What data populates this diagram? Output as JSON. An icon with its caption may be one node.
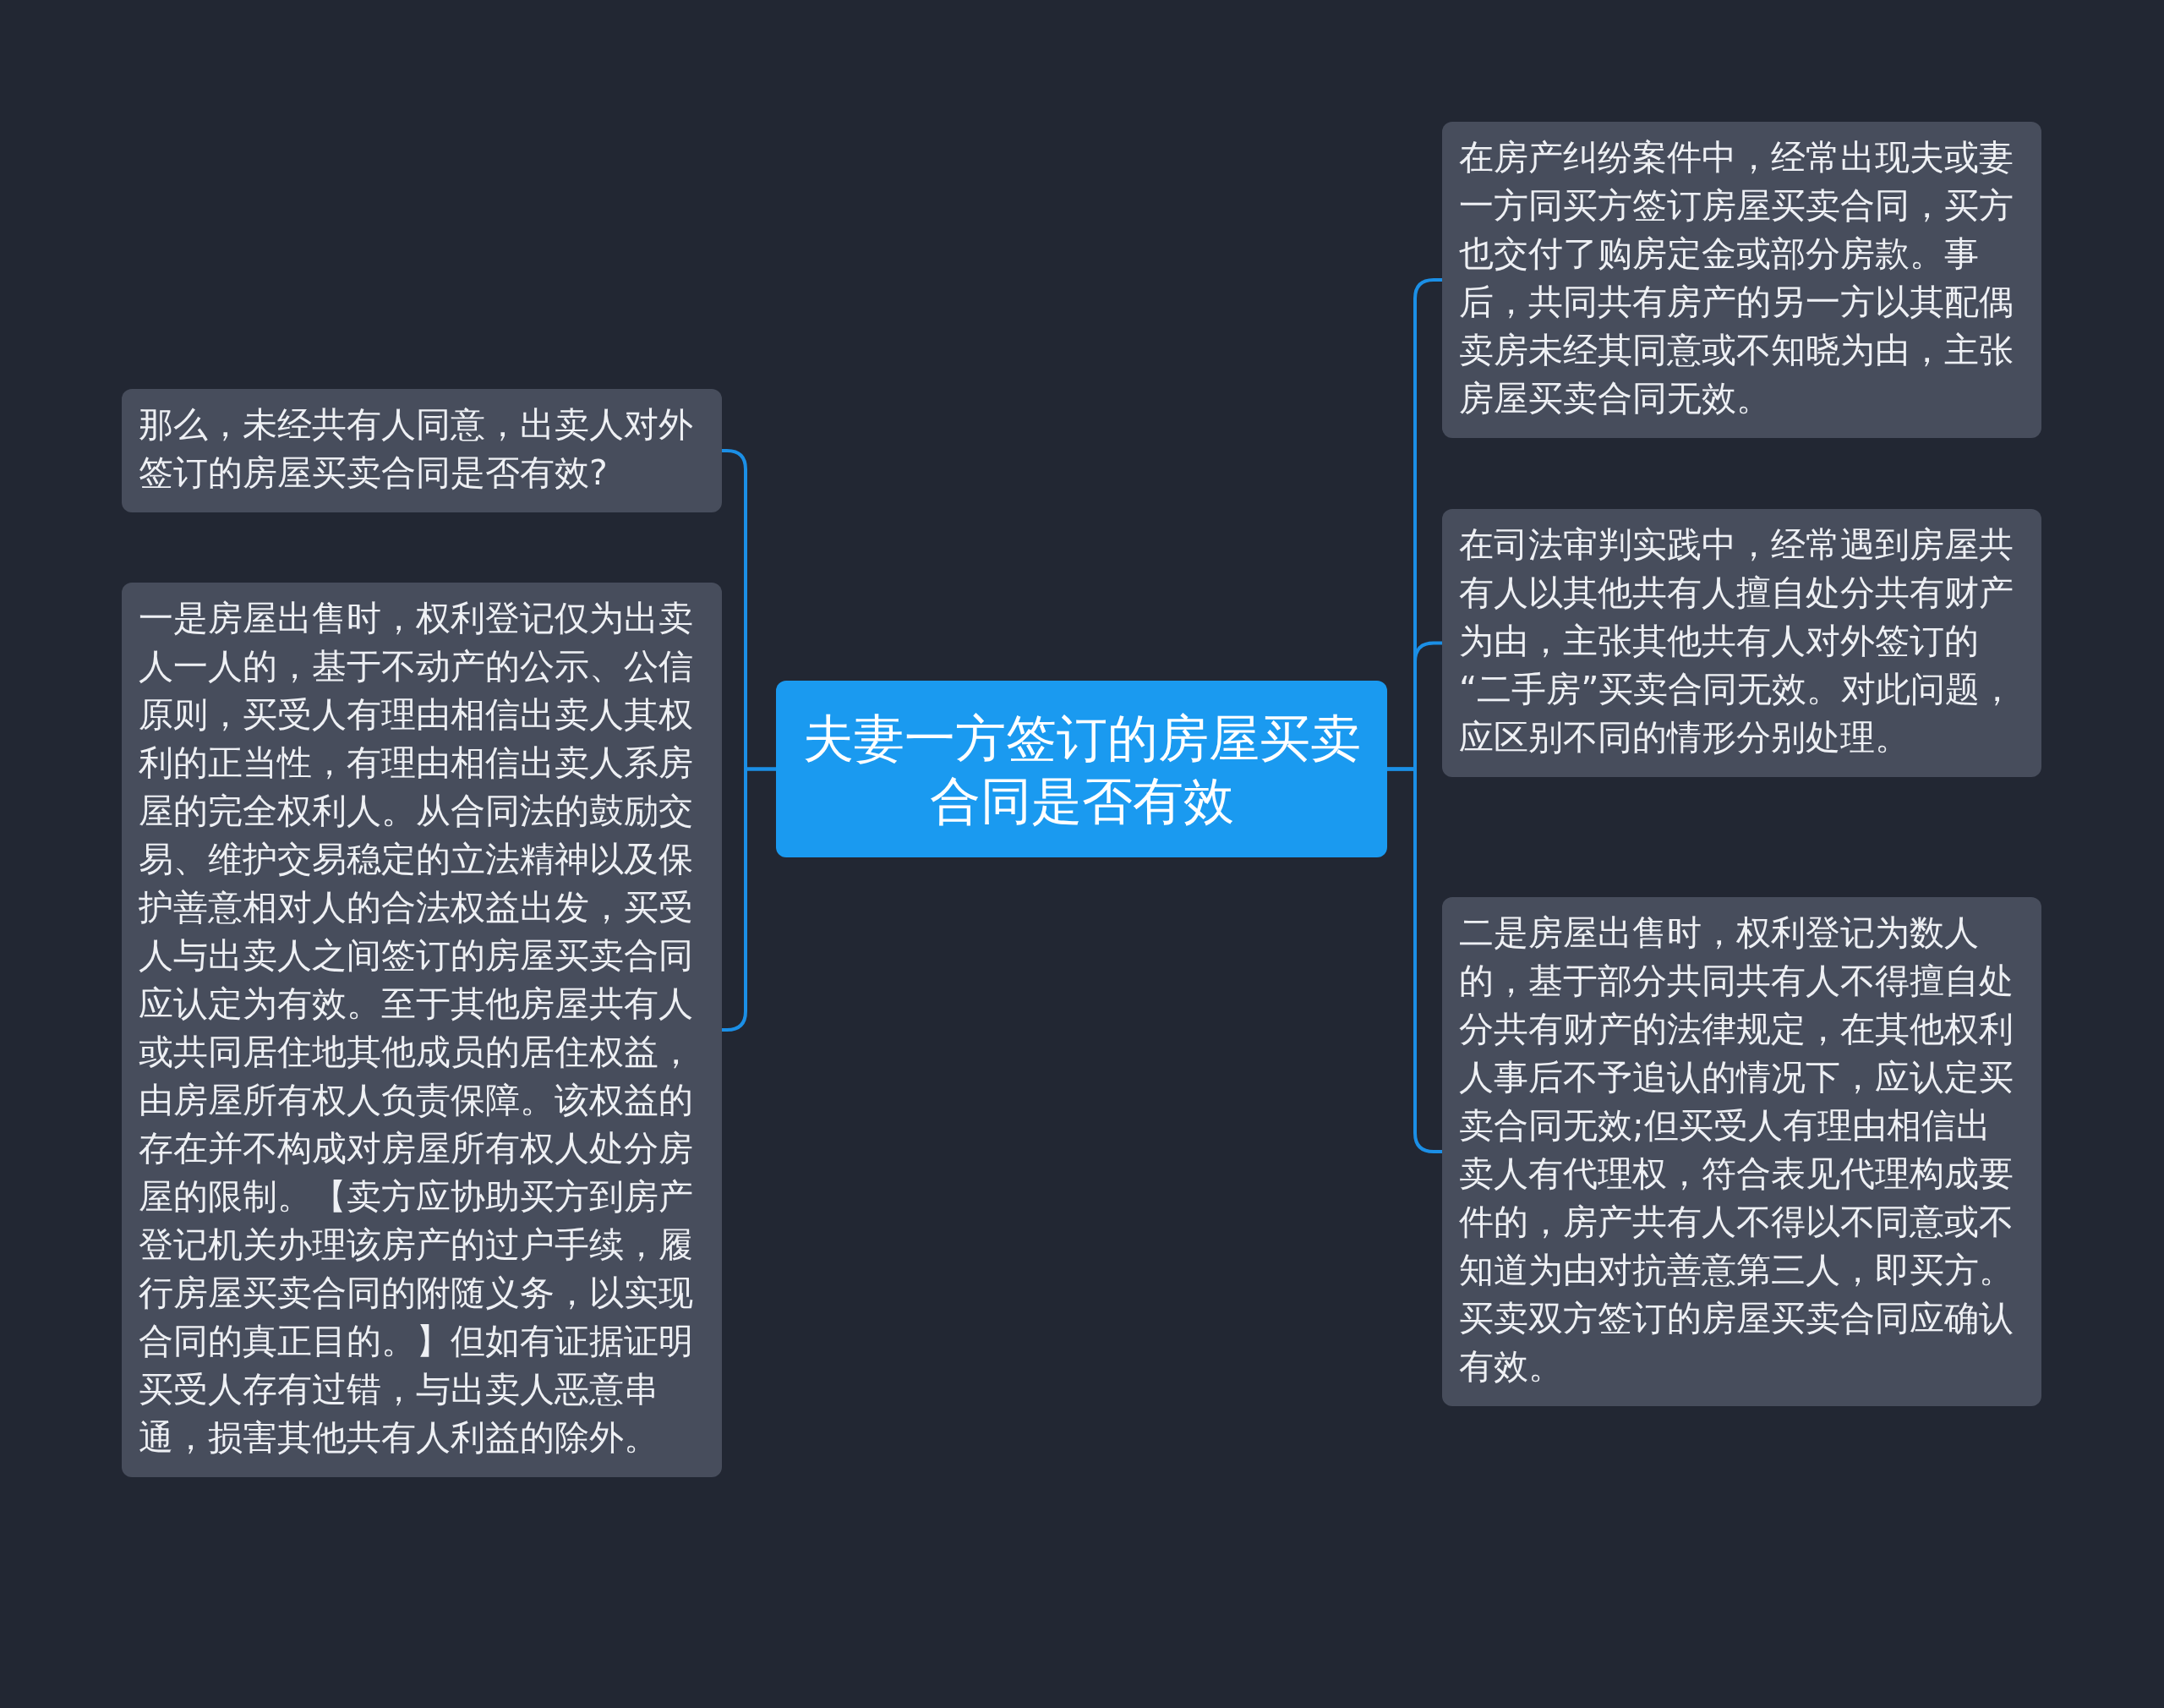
{
  "diagram": {
    "nodes": [
      {
        "text": [
          "夫妻一方签订的房屋买卖合同是否有效"
        ]
      },
      {
        "text": [
          "那么，未经共有人同意，出卖人对外签订的房屋买卖合同是否有效?"
        ]
      },
      {
        "text": [
          "一是房屋出售时，权利登记仅为出卖人一人的，基于不动产的公示、公信原则，买受人有理由相信出卖人其权利的正当性，有理由相信出卖人系房屋的完全权利人。从合同法的鼓励交易、维护交易稳定的立法精神以及保护善意相对人的合法权益出发，买受人与出卖人之间签订的房屋买卖合同应认定为有效。至于其他房屋共有人或共同居住地其他成员的居住权益，由房屋所有权人负责保障。该权益的存在并不构成对房屋所有权人处分房屋的限制。【卖方应协助买方到房产登记机关办理该房产的过户手续，履行房屋买卖合同的附随义务，以实现合同的真正目的。】但如有证据证明买受人存有过错，与出卖人恶意串通，损害其他共有人利益的除外。"
        ]
      },
      {
        "text": [
          "在房产纠纷案件中，经常出现夫或妻一方同买方签订房屋买卖合同，买方也交付了购房定金或部分房款。事后，共同共有房产的另一方以其配偶卖房未经其同意或不知晓为由，主张房屋买卖合同无效。"
        ]
      },
      {
        "text": [
          "在司法审判实践中，经常遇到房屋共有人以其他共有人擅自处分共有财产为由，主张其他共有人对外签订的“二手房”买卖合同无效。对此问题，应区别不同的情形分别处理。"
        ]
      },
      {
        "text": [
          "二是房屋出售时，权利登记为数人的，基于部分共同共有人不得擅自处分共有财产的法律规定，在其他权利人事后不予追认的情况下，应认定买卖合同无效;但买受人有理由相信出卖人有代理权，符合表见代理构成要件的，房产共有人不得以不同意或不知道为由对抗善意第三人，即买方。买卖双方签订的房屋买卖合同应确认有效。"
        ]
      }
    ],
    "edges": [
      {
        "from": 0,
        "to": 1,
        "arrow": "none"
      },
      {
        "from": 0,
        "to": 2,
        "arrow": "none"
      },
      {
        "from": 0,
        "to": 3,
        "arrow": "none"
      },
      {
        "from": 0,
        "to": 4,
        "arrow": "none"
      },
      {
        "from": 0,
        "to": 5,
        "arrow": "none"
      }
    ]
  }
}
